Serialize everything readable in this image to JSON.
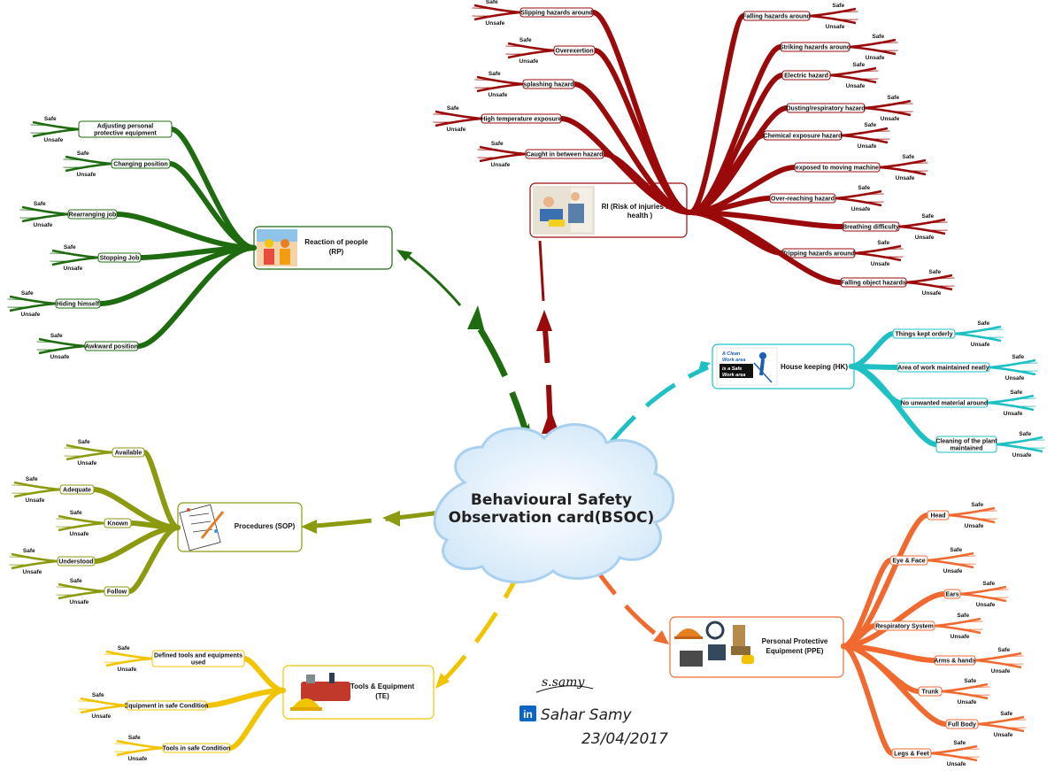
{
  "center": {
    "line1": "Behavioural Safety",
    "line2": "Observation card(BSOC)"
  },
  "labels": {
    "safe": "Safe",
    "unsafe": "Unsafe"
  },
  "author": {
    "signature": "s.samy",
    "linkedin": "in",
    "name": "Sahar Samy",
    "date": "23/04/2017"
  },
  "colors": {
    "rp": "#1f6b10",
    "ri": "#9a0a0a",
    "hk": "#1ec0c4",
    "sop": "#8c9a10",
    "te": "#f2c400",
    "ppe": "#f06a30"
  },
  "branches": {
    "rp": {
      "title_1": "Reaction of people",
      "title_2": "(RP)",
      "items": [
        "Adjusting personal protective equipment",
        "Changing position",
        "Rearranging job",
        "Stopping Job",
        "Hiding himself",
        "Awkward position"
      ]
    },
    "ri": {
      "title_1": "RI (Risk of injuries and",
      "title_2": "health )",
      "left": [
        "Slipping hazards around",
        "Overexertion",
        "splashing hazard",
        "High temperature exposure",
        "Caught in between hazard"
      ],
      "right": [
        "Falling hazards around",
        "Striking hazards around",
        "Electric hazard",
        "Dusting/respiratory hazard",
        "Chemical exposure hazard",
        "exposed to moving machine",
        "Over-reaching hazard",
        "Breathing difficulty",
        "Tripping hazards around",
        "Falling object hazards"
      ]
    },
    "hk": {
      "title": "House keeping (HK)",
      "sign_1": "A Clean",
      "sign_2": "Work area",
      "sign_3": "is a Safe",
      "sign_4": "Work area",
      "items": [
        "Things kept orderly",
        "Area of work maintained neatly",
        "No unwanted material around",
        "Cleaning of the plant maintained"
      ]
    },
    "sop": {
      "title": "Procedures (SOP)",
      "items": [
        "Available",
        "Adequate",
        "Known",
        "Understood",
        "Follow"
      ]
    },
    "te": {
      "title_1": "Tools & Equipment",
      "title_2": "(TE)",
      "items": [
        "Defined tools and equipments used",
        "Equipment in safe Condition",
        "Tools in safe Condition"
      ]
    },
    "ppe": {
      "title_1": "Personal Protective",
      "title_2": "Equipment (PPE)",
      "items": [
        "Head",
        "Eye & Face",
        "Ears",
        "Respiratory System",
        "Arms & hands",
        "Trunk",
        "Full Body",
        "Legs & Feet"
      ]
    }
  }
}
